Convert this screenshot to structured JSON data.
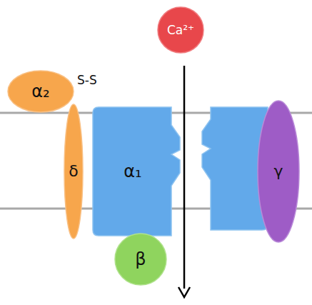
{
  "diagram": {
    "nodes": [
      {
        "text": [
          "Ca²⁺"
        ]
      },
      {
        "text": [
          "α₂"
        ]
      },
      {
        "text": [
          "δ"
        ]
      },
      {
        "text": [
          "α₁"
        ]
      },
      {
        "text": [
          "γ"
        ]
      },
      {
        "text": [
          "β"
        ]
      }
    ],
    "labels": [
      "S-S"
    ]
  }
}
